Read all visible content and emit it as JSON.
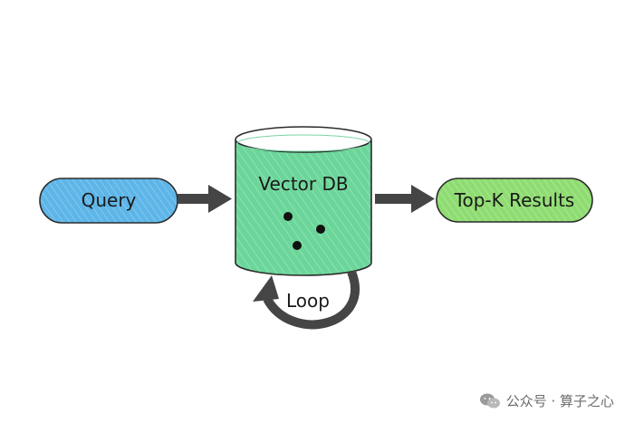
{
  "nodes": {
    "query": {
      "label": "Query",
      "color": "#5db5e8",
      "stroke": "#2f6f93"
    },
    "vector_db": {
      "label": "Vector DB",
      "color": "#6cd69a",
      "stroke": "#2d6a47"
    },
    "results": {
      "label": "Top-K Results",
      "color": "#8fdc72",
      "stroke": "#3d7a2a"
    }
  },
  "loop": {
    "label": "Loop"
  },
  "colors": {
    "arrow": "#454545",
    "outline": "#2b2b2b",
    "dots": "#111111"
  },
  "icons": {
    "watermark": "wechat-icon"
  },
  "watermark": {
    "text": "公众号 · 算子之心"
  }
}
